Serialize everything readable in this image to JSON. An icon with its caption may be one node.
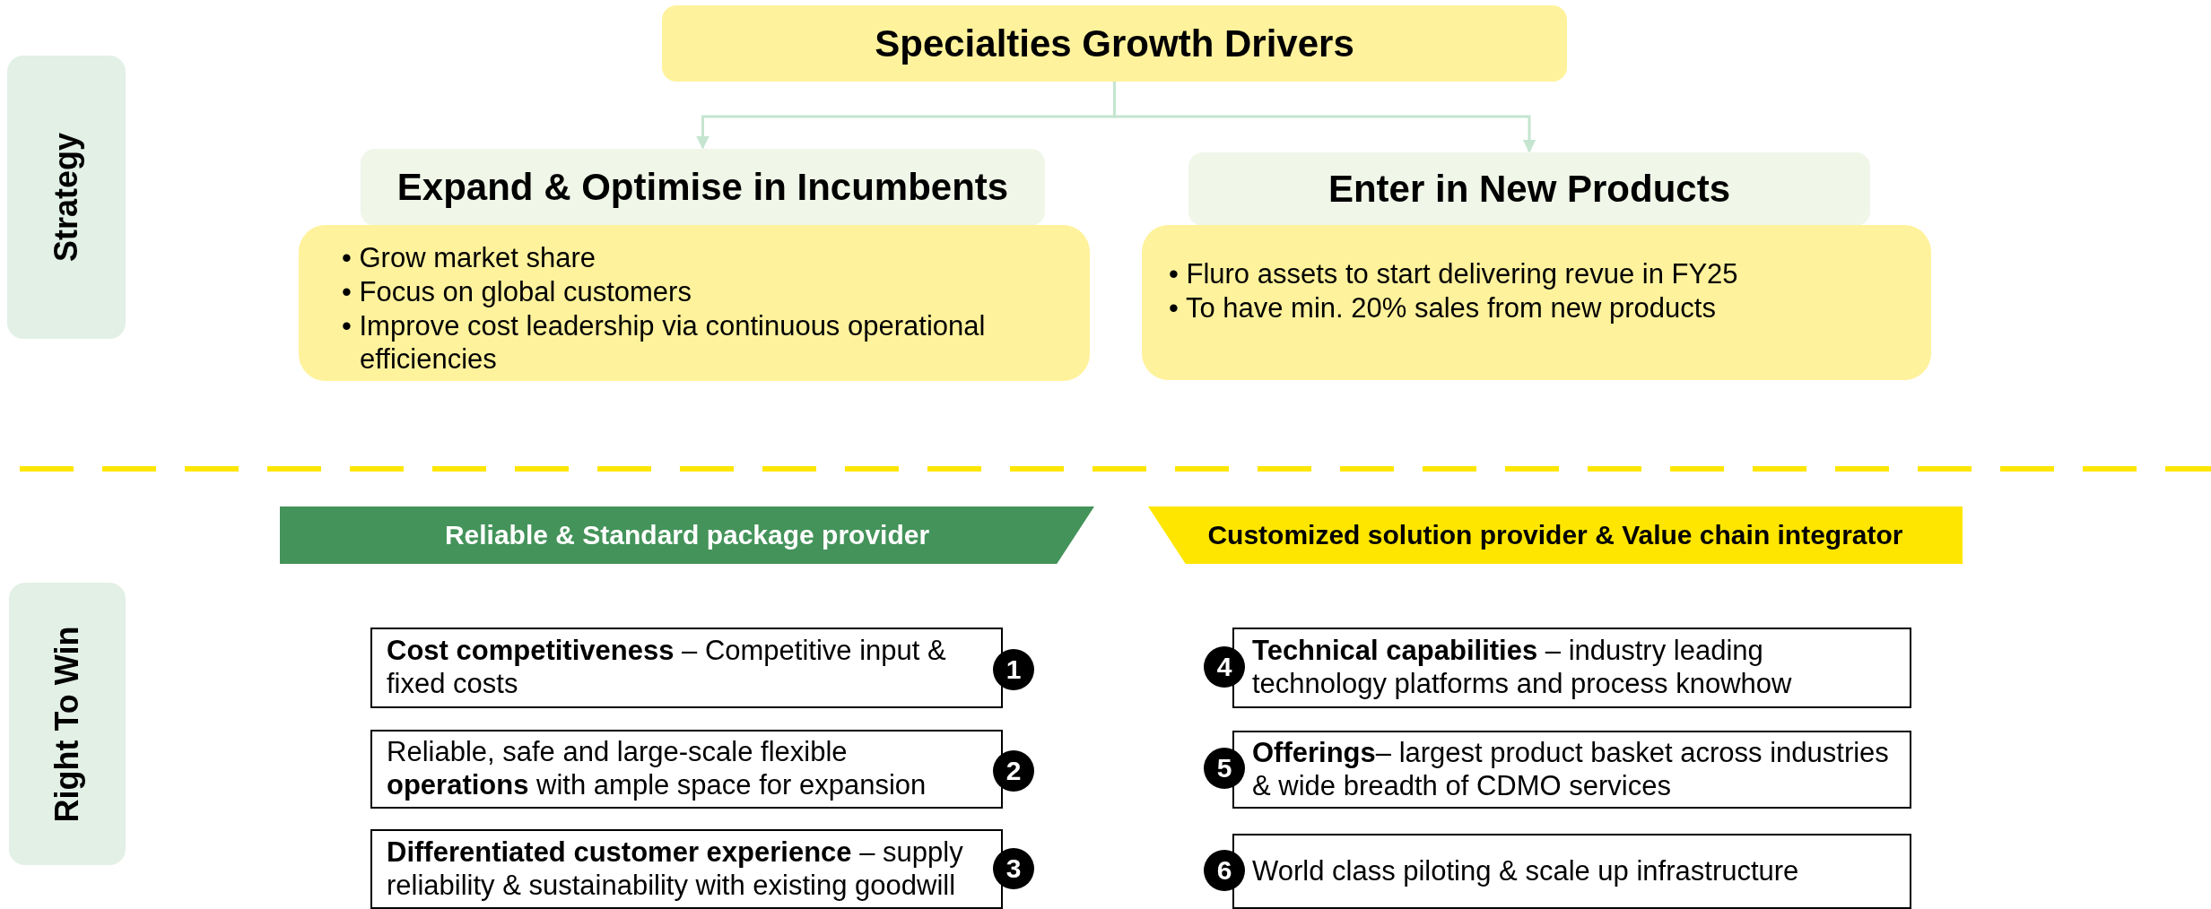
{
  "diagram": {
    "nodes": [
      {
        "text": [
          "Strategy"
        ]
      },
      {
        "text": [
          "Specialties Growth Drivers"
        ]
      },
      {
        "text": [
          "Expand & Optimise in Incumbents"
        ]
      },
      {
        "text": [
          "• Grow market share",
          "• Focus on global customers",
          "• Improve cost leadership via continuous operational efficiencies"
        ]
      },
      {
        "text": [
          "Enter in New Products"
        ]
      },
      {
        "text": [
          "• Fluro assets to start delivering revue in FY25",
          "• To have min. 20% sales from new products"
        ]
      },
      {
        "text": [
          "Right To Win"
        ]
      },
      {
        "text": [
          "Reliable & Standard package provider"
        ]
      },
      {
        "text": [
          "Customized solution provider & Value chain integrator"
        ]
      },
      {
        "text": [
          "**Cost competitiveness** – Competitive input & fixed costs"
        ]
      },
      {
        "text": [
          "Reliable, safe and large-scale flexible **operations** with ample space for expansion"
        ]
      },
      {
        "text": [
          "**Differentiated customer experience** – supply reliability & sustainability with existing goodwill"
        ]
      },
      {
        "text": [
          "**Technical capabilities** – industry leading technology platforms and process knowhow"
        ]
      },
      {
        "text": [
          "**Offerings**– largest product basket across industries & wide breadth of CDMO services"
        ]
      },
      {
        "text": [
          "World class piloting & scale up infrastructure"
        ]
      },
      {
        "text": [
          "1"
        ]
      },
      {
        "text": [
          "2"
        ]
      },
      {
        "text": [
          "3"
        ]
      },
      {
        "text": [
          "4"
        ]
      },
      {
        "text": [
          "5"
        ]
      },
      {
        "text": [
          "6"
        ]
      }
    ],
    "edges": [
      {
        "from": 1,
        "to": 2,
        "arrow": "to",
        "color": "#c5e5d0"
      },
      {
        "from": 1,
        "to": 4,
        "arrow": "to",
        "color": "#c5e5d0"
      }
    ]
  }
}
